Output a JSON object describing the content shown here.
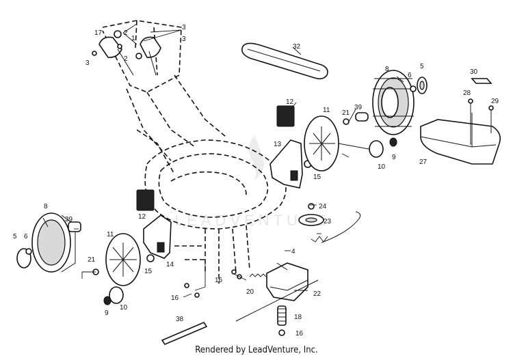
{
  "footer": {
    "credit": "Rendered by LeadVenture, Inc."
  },
  "watermark": {
    "text": "LEADVENTURE"
  },
  "callouts": {
    "c1": "1",
    "c2a": "2",
    "c2b": "2",
    "c3a": "3",
    "c3b": "3",
    "c3c": "3",
    "c4": "4",
    "c5a": "5",
    "c5b": "5",
    "c6a": "6",
    "c6b": "6",
    "c8a": "8",
    "c8b": "8",
    "c9a": "9",
    "c9b": "9",
    "c10a": "10",
    "c10b": "10",
    "c11a": "11",
    "c11b": "11",
    "c12a": "12",
    "c12b": "12",
    "c13": "13",
    "c14": "14",
    "c15a": "15",
    "c15b": "15",
    "c16a": "16",
    "c16b": "16",
    "c16c": "16",
    "c17": "17",
    "c18": "18",
    "c20": "20",
    "c21a": "21",
    "c21b": "21",
    "c22": "22",
    "c23": "23",
    "c24": "24",
    "c27": "27",
    "c28": "28",
    "c29": "29",
    "c30": "30",
    "c32": "32",
    "c38": "38",
    "c39a": "39",
    "c39b": "39"
  }
}
